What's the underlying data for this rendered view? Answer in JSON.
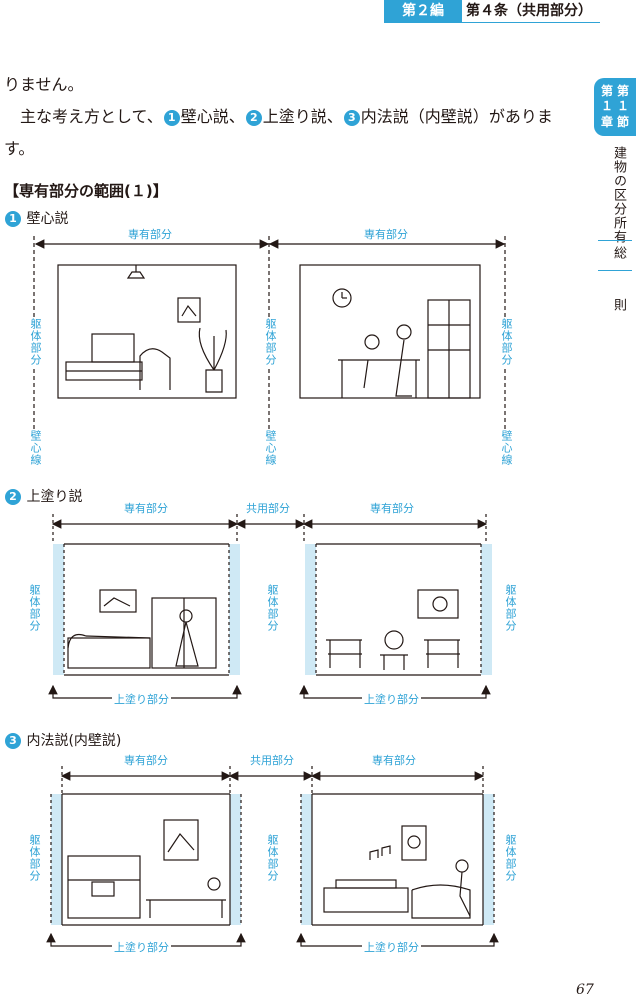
{
  "header": {
    "chapter_label": "第２編",
    "article_label": "第４条（共用部分）"
  },
  "side_tab": {
    "tab_chars": [
      "第",
      "第",
      "１",
      "１",
      "節",
      "章"
    ],
    "chapter_title": "建物の区分所有",
    "section_chars": [
      "総",
      "則"
    ]
  },
  "body": {
    "line1": "りません。",
    "line2_prefix": "主な考え方として、",
    "theories": [
      {
        "num": "1",
        "name": "壁心説"
      },
      {
        "num": "2",
        "name": "上塗り説"
      },
      {
        "num": "3",
        "name": "内法説（内壁説）"
      }
    ],
    "line2_sep": "、",
    "line2_suffix": "がありま",
    "line3": "す。"
  },
  "figure": {
    "section_title": "【専有部分の範囲(１)】",
    "part1": {
      "num": "1",
      "title": "壁心説",
      "label_left": "専有部分",
      "label_right": "専有部分",
      "wall_label": "躯体部分",
      "core_line_label": "壁心線"
    },
    "part2": {
      "num": "2",
      "title": "上塗り説",
      "label_left": "専有部分",
      "label_mid": "共用部分",
      "label_right": "専有部分",
      "wall_label": "躯体部分",
      "coat_label": "上塗り部分"
    },
    "part3": {
      "num": "3",
      "title": "内法説(内壁説)",
      "label_left": "専有部分",
      "label_mid": "共用部分",
      "label_right": "専有部分",
      "wall_label": "躯体部分",
      "coat_label": "上塗り部分"
    }
  },
  "colors": {
    "accent": "#2fa3d6",
    "wall_fill": "#cfe9f5",
    "ink": "#231815"
  },
  "page_number": "67"
}
